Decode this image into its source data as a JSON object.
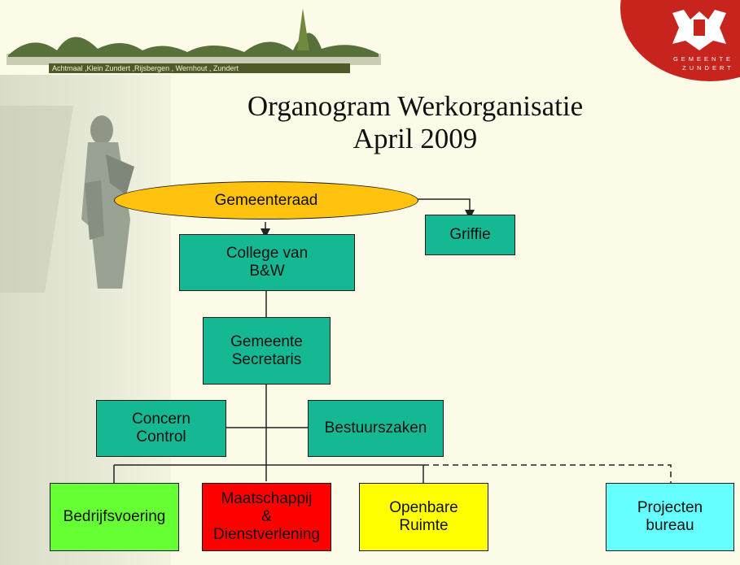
{
  "header": {
    "villages": "Achtmaal ,Klein Zundert ,Rijsbergen , Wernhout , Zundert",
    "logo_text_line1": "GEMEENTE",
    "logo_text_line2": "ZUNDERT"
  },
  "title": {
    "line1": "Organogram Werkorganisatie",
    "line2": "April 2009"
  },
  "nodes": {
    "gemeenteraad": "Gemeenteraad",
    "griffie": "Griffie",
    "college": "College van\nB&W",
    "secretaris": "Gemeente\nSecretaris",
    "concern_control": "Concern\nControl",
    "bestuurszaken": "Bestuurszaken",
    "bedrijfsvoering": "Bedrijfsvoering",
    "maatschappij": "Maatschappij\n&\nDienstverlening",
    "openbare_ruimte": "Openbare\nRuimte",
    "projecten": "Projecten\nbureau"
  },
  "colors": {
    "teal": "#14b892",
    "oval": "#ffc20e",
    "green": "#66ff33",
    "red": "#ff0000",
    "yellow": "#ffff00",
    "cyan": "#66ffff",
    "banner": "#5f6b2e",
    "logo_red": "#c8241e"
  }
}
